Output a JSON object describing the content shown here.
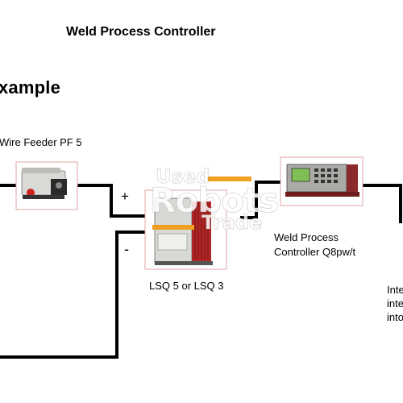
{
  "title": "Weld Process Controller",
  "heading": "xample",
  "components": {
    "wire_feeder": {
      "label": "Wire Feeder PF 5"
    },
    "power_source": {
      "label": "LSQ 5 or LSQ 3"
    },
    "controller": {
      "label_line1": "Weld Process",
      "label_line2": "Controller Q8pw/t"
    },
    "interface": {
      "label_line1": "Inte",
      "label_line2": "inte",
      "label_line3": "into"
    }
  },
  "polarity": {
    "plus": "+",
    "minus": "-"
  },
  "watermark": {
    "line1": "Used",
    "line2": "Robots",
    "line3": "Trade"
  },
  "colors": {
    "box_border": "#e3a6a6",
    "wire": "#000000",
    "watermark_accent": "#f0a020",
    "controller_body": "#8b2a2a",
    "screen": "#7fbf55"
  }
}
